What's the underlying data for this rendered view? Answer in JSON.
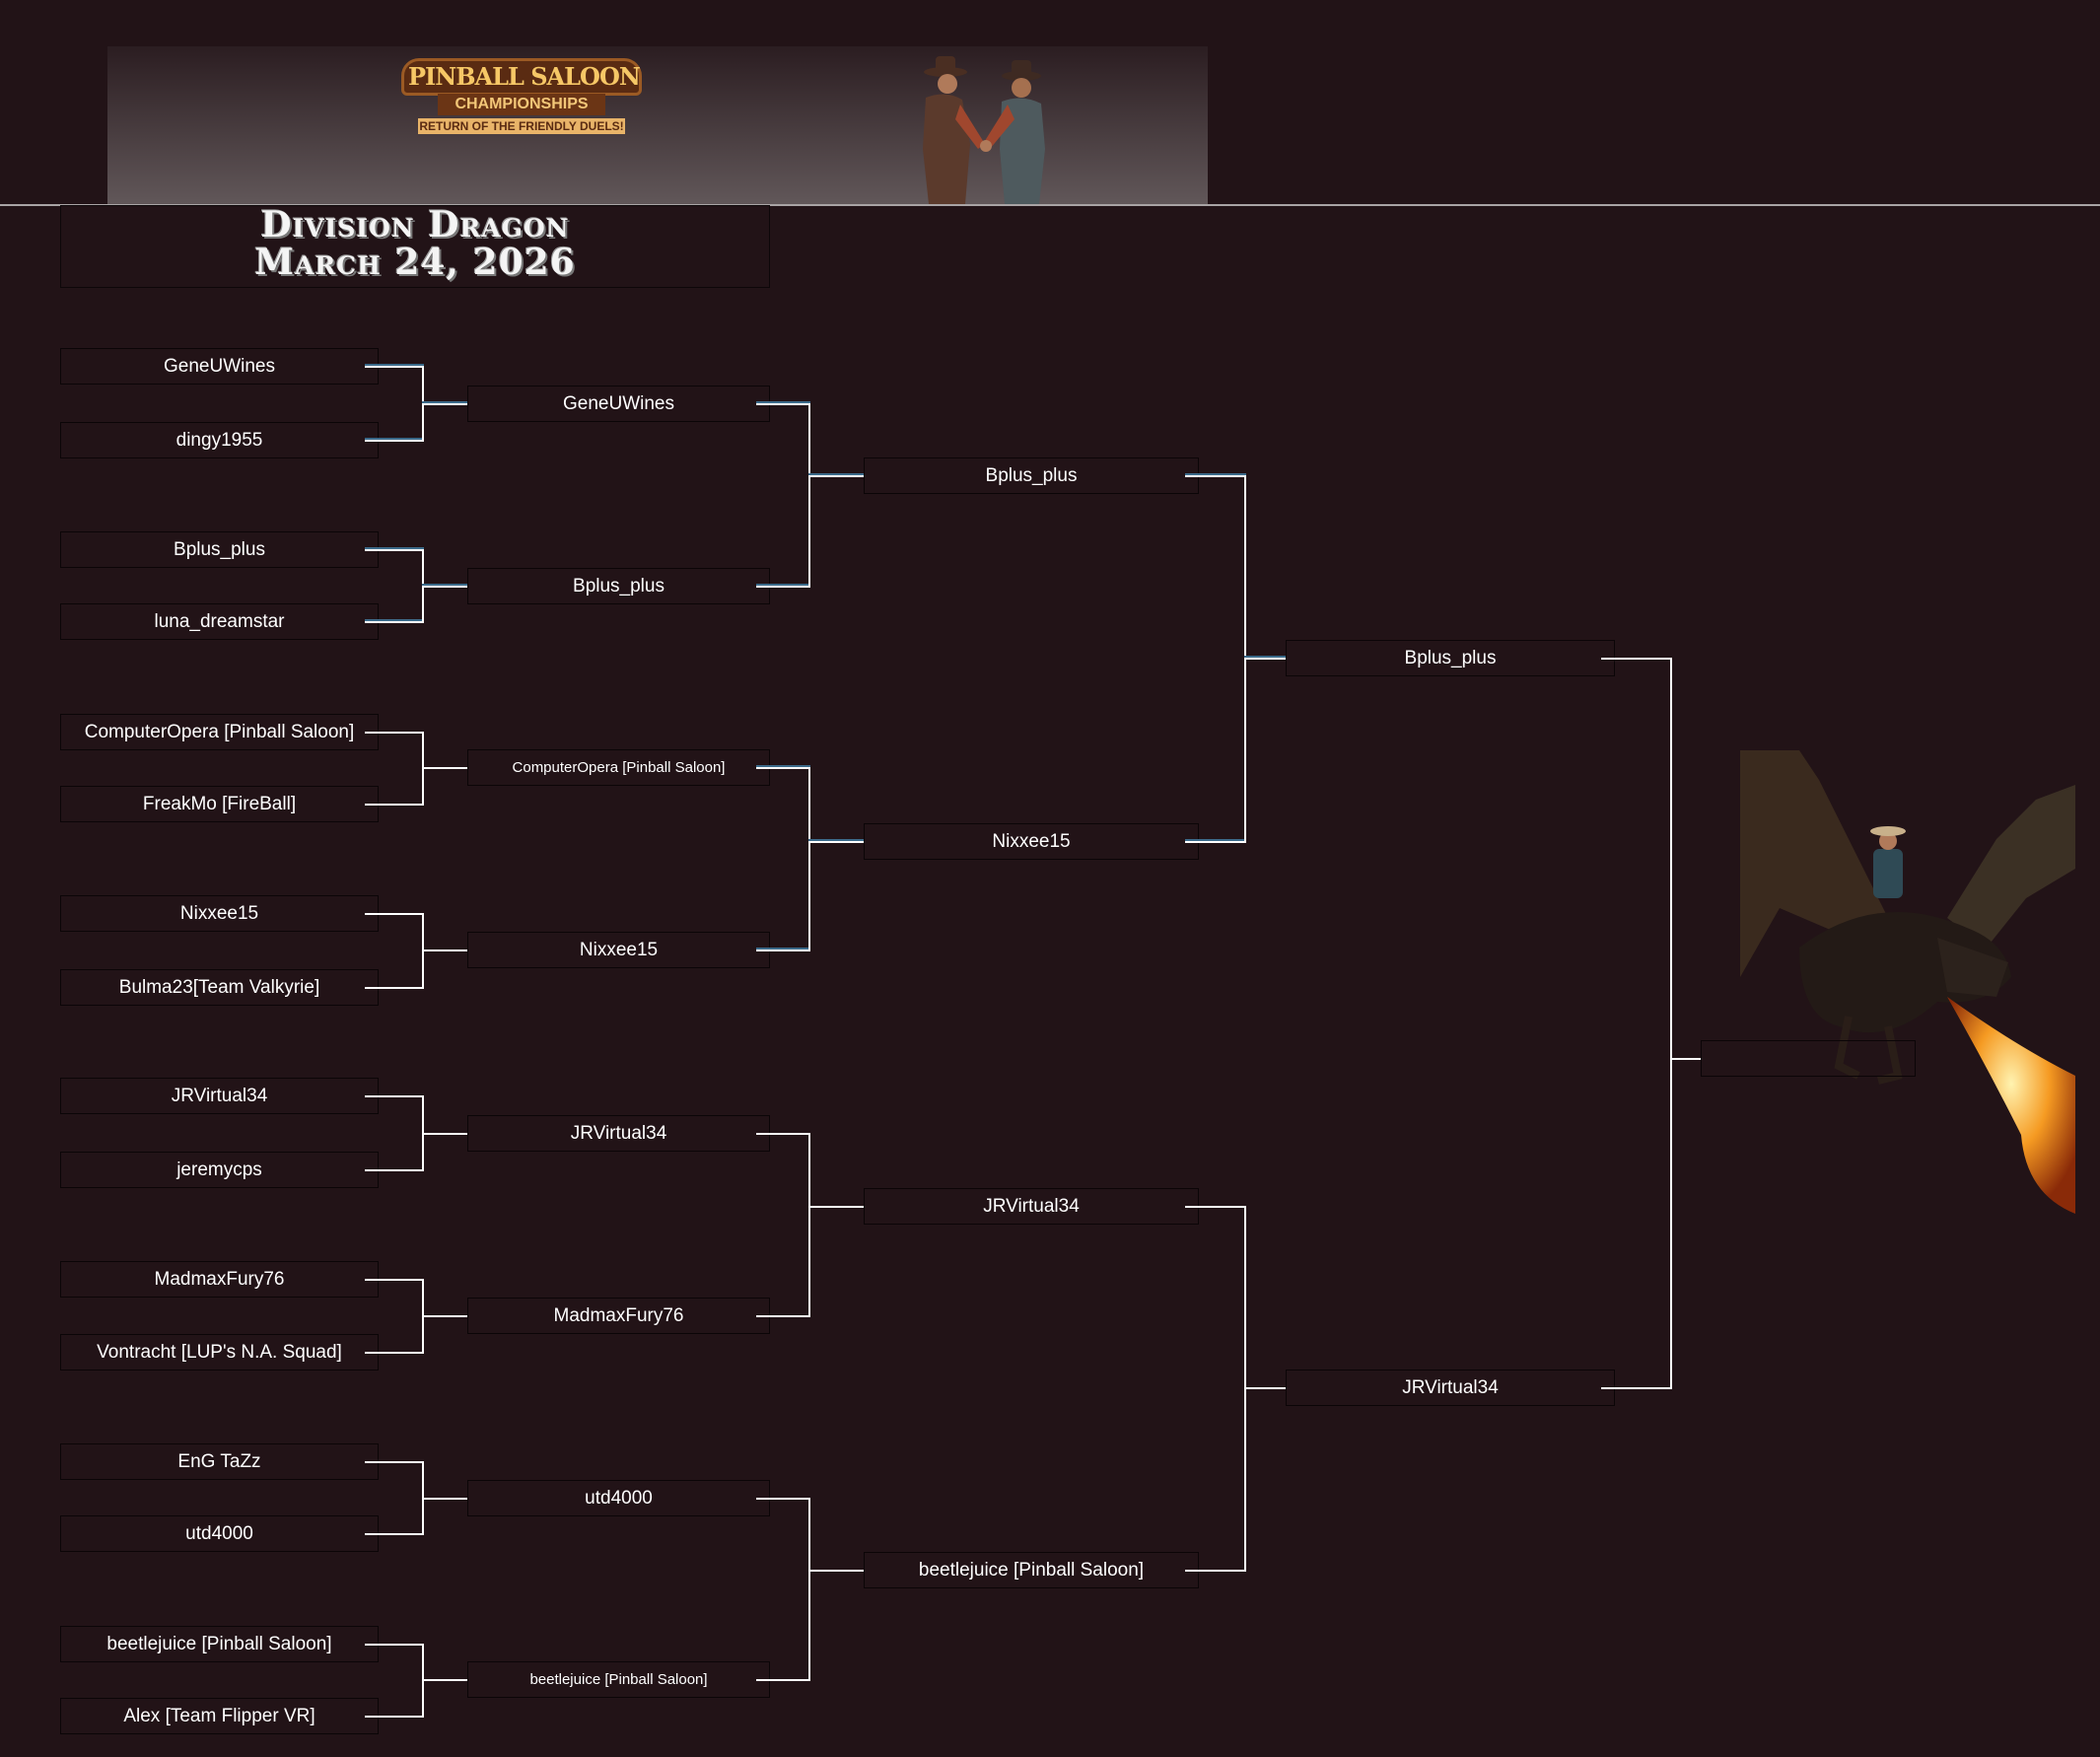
{
  "banner": {
    "logo_line1": "PINBALL SALOON",
    "logo_line2": "CHAMPIONSHIPS",
    "logo_line3": "RETURN OF THE FRIENDLY DUELS!"
  },
  "title": {
    "line1": "Division Dragon",
    "line2": "March 24, 2026"
  },
  "bracket": {
    "round1": [
      "GeneUWines",
      "dingy1955",
      "Bplus_plus",
      "luna_dreamstar",
      "ComputerOpera [Pinball Saloon]",
      "FreakMo [FireBall]",
      "Nixxee15",
      "Bulma23[Team Valkyrie]",
      "JRVirtual34",
      "jeremycps",
      "MadmaxFury76",
      "Vontracht [LUP's N.A. Squad]",
      "EnG TaZz",
      "utd4000",
      "beetlejuice [Pinball Saloon]",
      "Alex [Team Flipper VR]"
    ],
    "round2": [
      "GeneUWines",
      "Bplus_plus",
      "ComputerOpera [Pinball Saloon]",
      "Nixxee15",
      "JRVirtual34",
      "MadmaxFury76",
      "utd4000",
      "beetlejuice [Pinball Saloon]"
    ],
    "round3": [
      "Bplus_plus",
      "Nixxee15",
      "JRVirtual34",
      "beetlejuice [Pinball Saloon]"
    ],
    "round4": [
      "Bplus_plus",
      "JRVirtual34"
    ],
    "final": [
      ""
    ]
  },
  "colors": {
    "background": "#221317",
    "line": "#ffffff",
    "line_shadow": "#3b6a8a"
  }
}
